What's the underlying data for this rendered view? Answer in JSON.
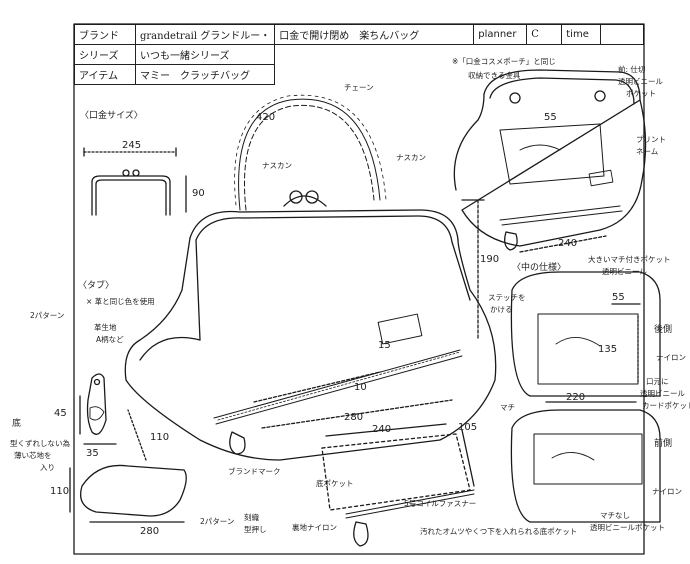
{
  "header": {
    "brand_label": "ブランド",
    "brand_value": "grandetrail グランドルー・",
    "title": "口金で開け閉め　楽ちんバッグ",
    "planner_label": "planner",
    "planner_value": "C",
    "time_label": "time",
    "series_label": "シリーズ",
    "series_value": "いつも一緒シリーズ",
    "item_label": "アイテム",
    "item_value": "マミー　クラッチバッグ"
  },
  "notes": {
    "clasp_size": "〈口金サイズ〉",
    "clasp_width": "245",
    "clasp_height": "90",
    "chain": "チェーン",
    "chain_len": "420",
    "nasukan_left": "ナスカン",
    "nasukan_right": "ナスカン",
    "bag_height": "190",
    "logo_tab_num": "15",
    "zip_gap": "10",
    "bag_width": "280",
    "depth": "110",
    "brand_mark": "ブランドマーク",
    "emboss": "刻織",
    "emboss2": "型押し",
    "pattern2": "2パターン",
    "tab_label": "〈タブ〉",
    "tab_patterns": "2パターン",
    "tab_opt1": "× 革と同じ色を使用",
    "tab_opt2": "革生地",
    "tab_opt2b": "A柄など",
    "tab_h": "45",
    "tab_w": "35",
    "bottom_label": "底",
    "bottom_note1": "型くずれしない為",
    "bottom_note2": "薄い芯地を",
    "bottom_note3": "入り",
    "bottom_h": "110",
    "bottom_w": "280",
    "pocket_note1": "※「口金コスメポーチ」と同じ",
    "pocket_note2": "収納できる金具",
    "inner_w": "55",
    "clear_pocket1": "前: 仕切",
    "clear_pocket2": "透明ビニール",
    "clear_pocket3": "ポケット",
    "print_name": "プリント",
    "print_name2": "ネーム",
    "zip_len": "240",
    "inner_spec": "〈中の仕様〉",
    "big_pocket1": "大きいマチ付きポケット",
    "big_pocket2": "透明ビニール",
    "stitch1": "ステッチを",
    "stitch2": "かける",
    "back_side": "後側",
    "front_side": "前側",
    "nylon": "ナイロン",
    "w55": "55",
    "h135": "135",
    "w220": "220",
    "machi": "マチ",
    "nylon2": "ナイロン",
    "card1": "口元に",
    "card2": "透明ビニール",
    "card3": "カードポケット",
    "mesh1": "マチなし",
    "mesh2": "透明ビニールポケット",
    "bottom_pocket": "底ポケット",
    "pocket_w": "240",
    "pocket_h": "105",
    "coil_zip": "5号コイルファスナー",
    "inner_nylon": "裏地ナイロン",
    "bottom_pocket_note": "汚れたオムツやくつ下を入れられる底ポケット"
  },
  "colors": {
    "ink": "#1a1a1a",
    "paper": "#ffffff"
  }
}
